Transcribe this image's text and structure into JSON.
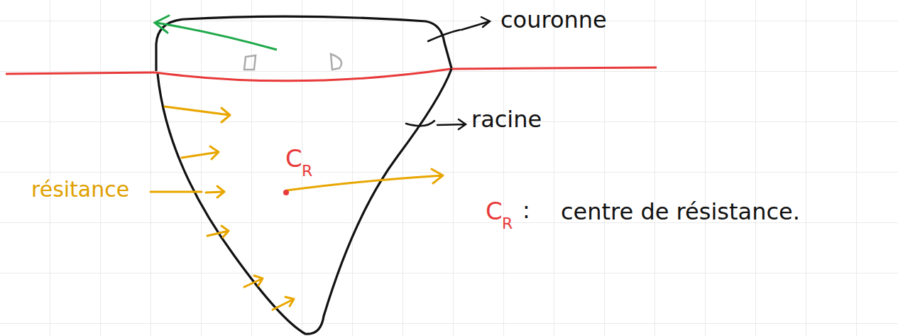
{
  "diagram": {
    "labels": [
      "couronne",
      "racine",
      "résitance",
      "C",
      "R",
      "C",
      "R",
      ":",
      "centre de résistance."
    ]
  }
}
